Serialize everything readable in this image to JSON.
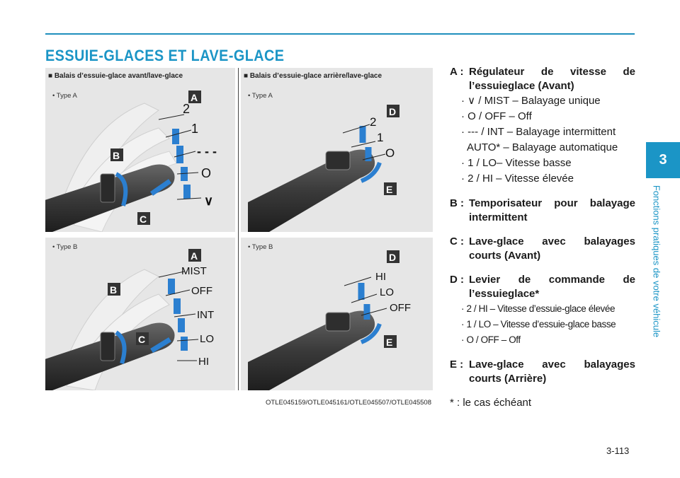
{
  "page": {
    "title": "ESSUIE-GLACES ET LAVE-GLACE",
    "chapter_number": "3",
    "chapter_title": "Fonctions pratiques de votre véhicule",
    "page_number": "3-113",
    "accent_color": "#1b95c6"
  },
  "figure": {
    "front_heading": "■ Balais d’essuie-glace avant/lave-glace",
    "rear_heading": "■ Balais d’essuie-glace arrière/lave-glace",
    "type_a": "• Type A",
    "type_b": "• Type B",
    "caption": "OTLE045159/OTLE045161/OTLE045507/OTLE045508",
    "front_a_labels": [
      "2",
      "1",
      "- - -",
      "O",
      "∨"
    ],
    "front_b_labels": [
      "MIST",
      "OFF",
      "INT",
      "LO",
      "HI"
    ],
    "rear_a_labels": [
      "2",
      "1",
      "O"
    ],
    "rear_b_labels": [
      "HI",
      "LO",
      "OFF"
    ],
    "markers": [
      "A",
      "B",
      "C",
      "D",
      "E"
    ]
  },
  "entries": [
    {
      "key": "A :",
      "line1": "Régulateur de vitesse de",
      "line2": "l’essuieglace (Avant)",
      "items": [
        "· ∨ / MIST – Balayage unique",
        "· O / OFF – Off",
        "· --- / INT – Balayage intermittent",
        "AUTO* – Balayage automatique",
        "· 1 / LO– Vitesse basse",
        "· 2 / HI – Vitesse élevée"
      ]
    },
    {
      "key": "B :",
      "line1": "Temporisateur pour balayage",
      "line2": "intermittent"
    },
    {
      "key": "C :",
      "line1": "Lave-glace avec balayages",
      "line2": "courts (Avant)"
    },
    {
      "key": "D :",
      "line1": "Levier de commande de",
      "line2": "l’essuieglace*",
      "items": [
        "· 2 / HI – Vitesse d’essuie-glace élevée",
        "· 1 / LO – Vitesse d’essuie-glace basse",
        "· O / OFF – Off"
      ]
    },
    {
      "key": "E :",
      "line1": "Lave-glace avec balayages",
      "line2": "courts (Arrière)"
    }
  ],
  "footnote": "* : le cas échéant"
}
